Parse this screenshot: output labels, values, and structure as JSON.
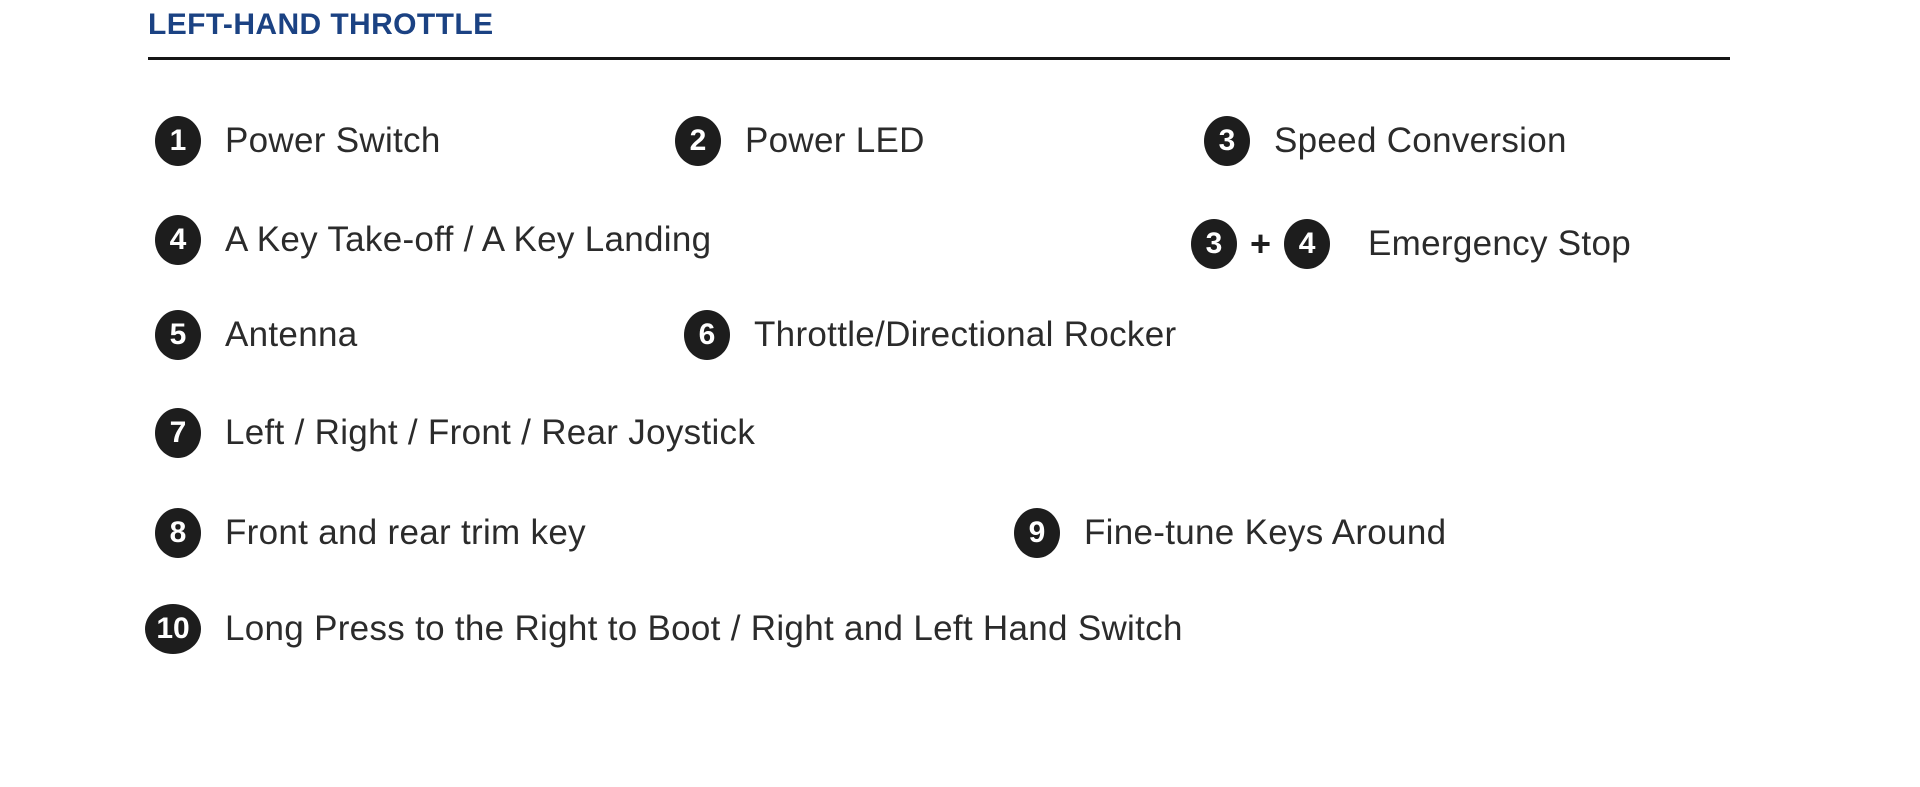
{
  "page": {
    "title": "LEFT-HAND THROTTLE"
  },
  "colors": {
    "title_accent": "#1b4283",
    "badge_background": "#1d1d1d",
    "body_text": "#2b2b2b"
  },
  "items": [
    {
      "num": "1",
      "label": "Power Switch"
    },
    {
      "num": "2",
      "label": "Power LED"
    },
    {
      "num": "3",
      "label": "Speed Conversion"
    },
    {
      "num": "4",
      "label": "A Key Take-off / A Key Landing"
    },
    {
      "num": "5",
      "label": "Antenna"
    },
    {
      "num": "6",
      "label": "Throttle/Directional Rocker"
    },
    {
      "num": "7",
      "label": "Left / Right / Front / Rear Joystick"
    },
    {
      "num": "8",
      "label": "Front and rear trim key"
    },
    {
      "num": "9",
      "label": "Fine-tune Keys Around"
    },
    {
      "num": "10",
      "label": "Long Press to the Right to Boot / Right and Left Hand Switch"
    }
  ],
  "combo_item": {
    "badges": [
      "3",
      "4"
    ],
    "plus": "+",
    "label": "Emergency Stop"
  }
}
